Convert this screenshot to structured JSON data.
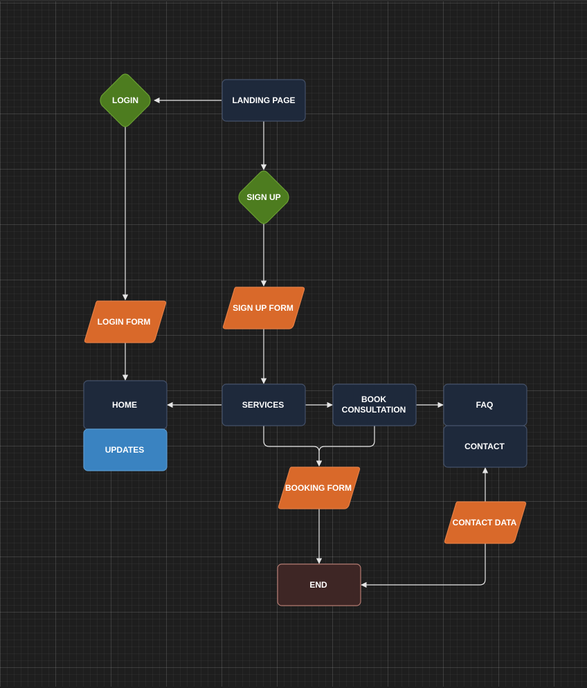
{
  "colors": {
    "process": "#1e293b",
    "process_stroke": "#445169",
    "decision": "#4d7c1f",
    "decision_stroke": "#6aa032",
    "io": "#d9692a",
    "io_stroke": "#e47e44",
    "updates": "#3a83c1",
    "updates_stroke": "#5a9ad0",
    "end": "#3e2625",
    "end_stroke": "#b57b72",
    "edge": "#e6e6e6",
    "text": "#ffffff"
  },
  "nodes": {
    "landing_page": "LANDING PAGE",
    "login": "LOGIN",
    "sign_up": "SIGN UP",
    "login_form": "LOGIN FORM",
    "sign_up_form": "SIGN UP FORM",
    "home": "HOME",
    "updates": "UPDATES",
    "services": "SERVICES",
    "book_consultation_line1": "BOOK",
    "book_consultation_line2": "CONSULTATION",
    "faq": "FAQ",
    "contact": "CONTACT",
    "booking_form": "BOOKING FORM",
    "contact_data": "CONTACT DATA",
    "end": "END"
  },
  "edges": [
    {
      "from": "landing_page",
      "to": "login"
    },
    {
      "from": "landing_page",
      "to": "sign_up"
    },
    {
      "from": "login",
      "to": "login_form"
    },
    {
      "from": "sign_up",
      "to": "sign_up_form"
    },
    {
      "from": "login_form",
      "to": "home"
    },
    {
      "from": "sign_up_form",
      "to": "services"
    },
    {
      "from": "services",
      "to": "home"
    },
    {
      "from": "services",
      "to": "book_consultation"
    },
    {
      "from": "book_consultation",
      "to": "faq"
    },
    {
      "from": "services",
      "to": "booking_form"
    },
    {
      "from": "book_consultation",
      "to": "booking_form"
    },
    {
      "from": "booking_form",
      "to": "end"
    },
    {
      "from": "contact_data",
      "to": "contact"
    },
    {
      "from": "contact_data",
      "to": "end"
    }
  ]
}
